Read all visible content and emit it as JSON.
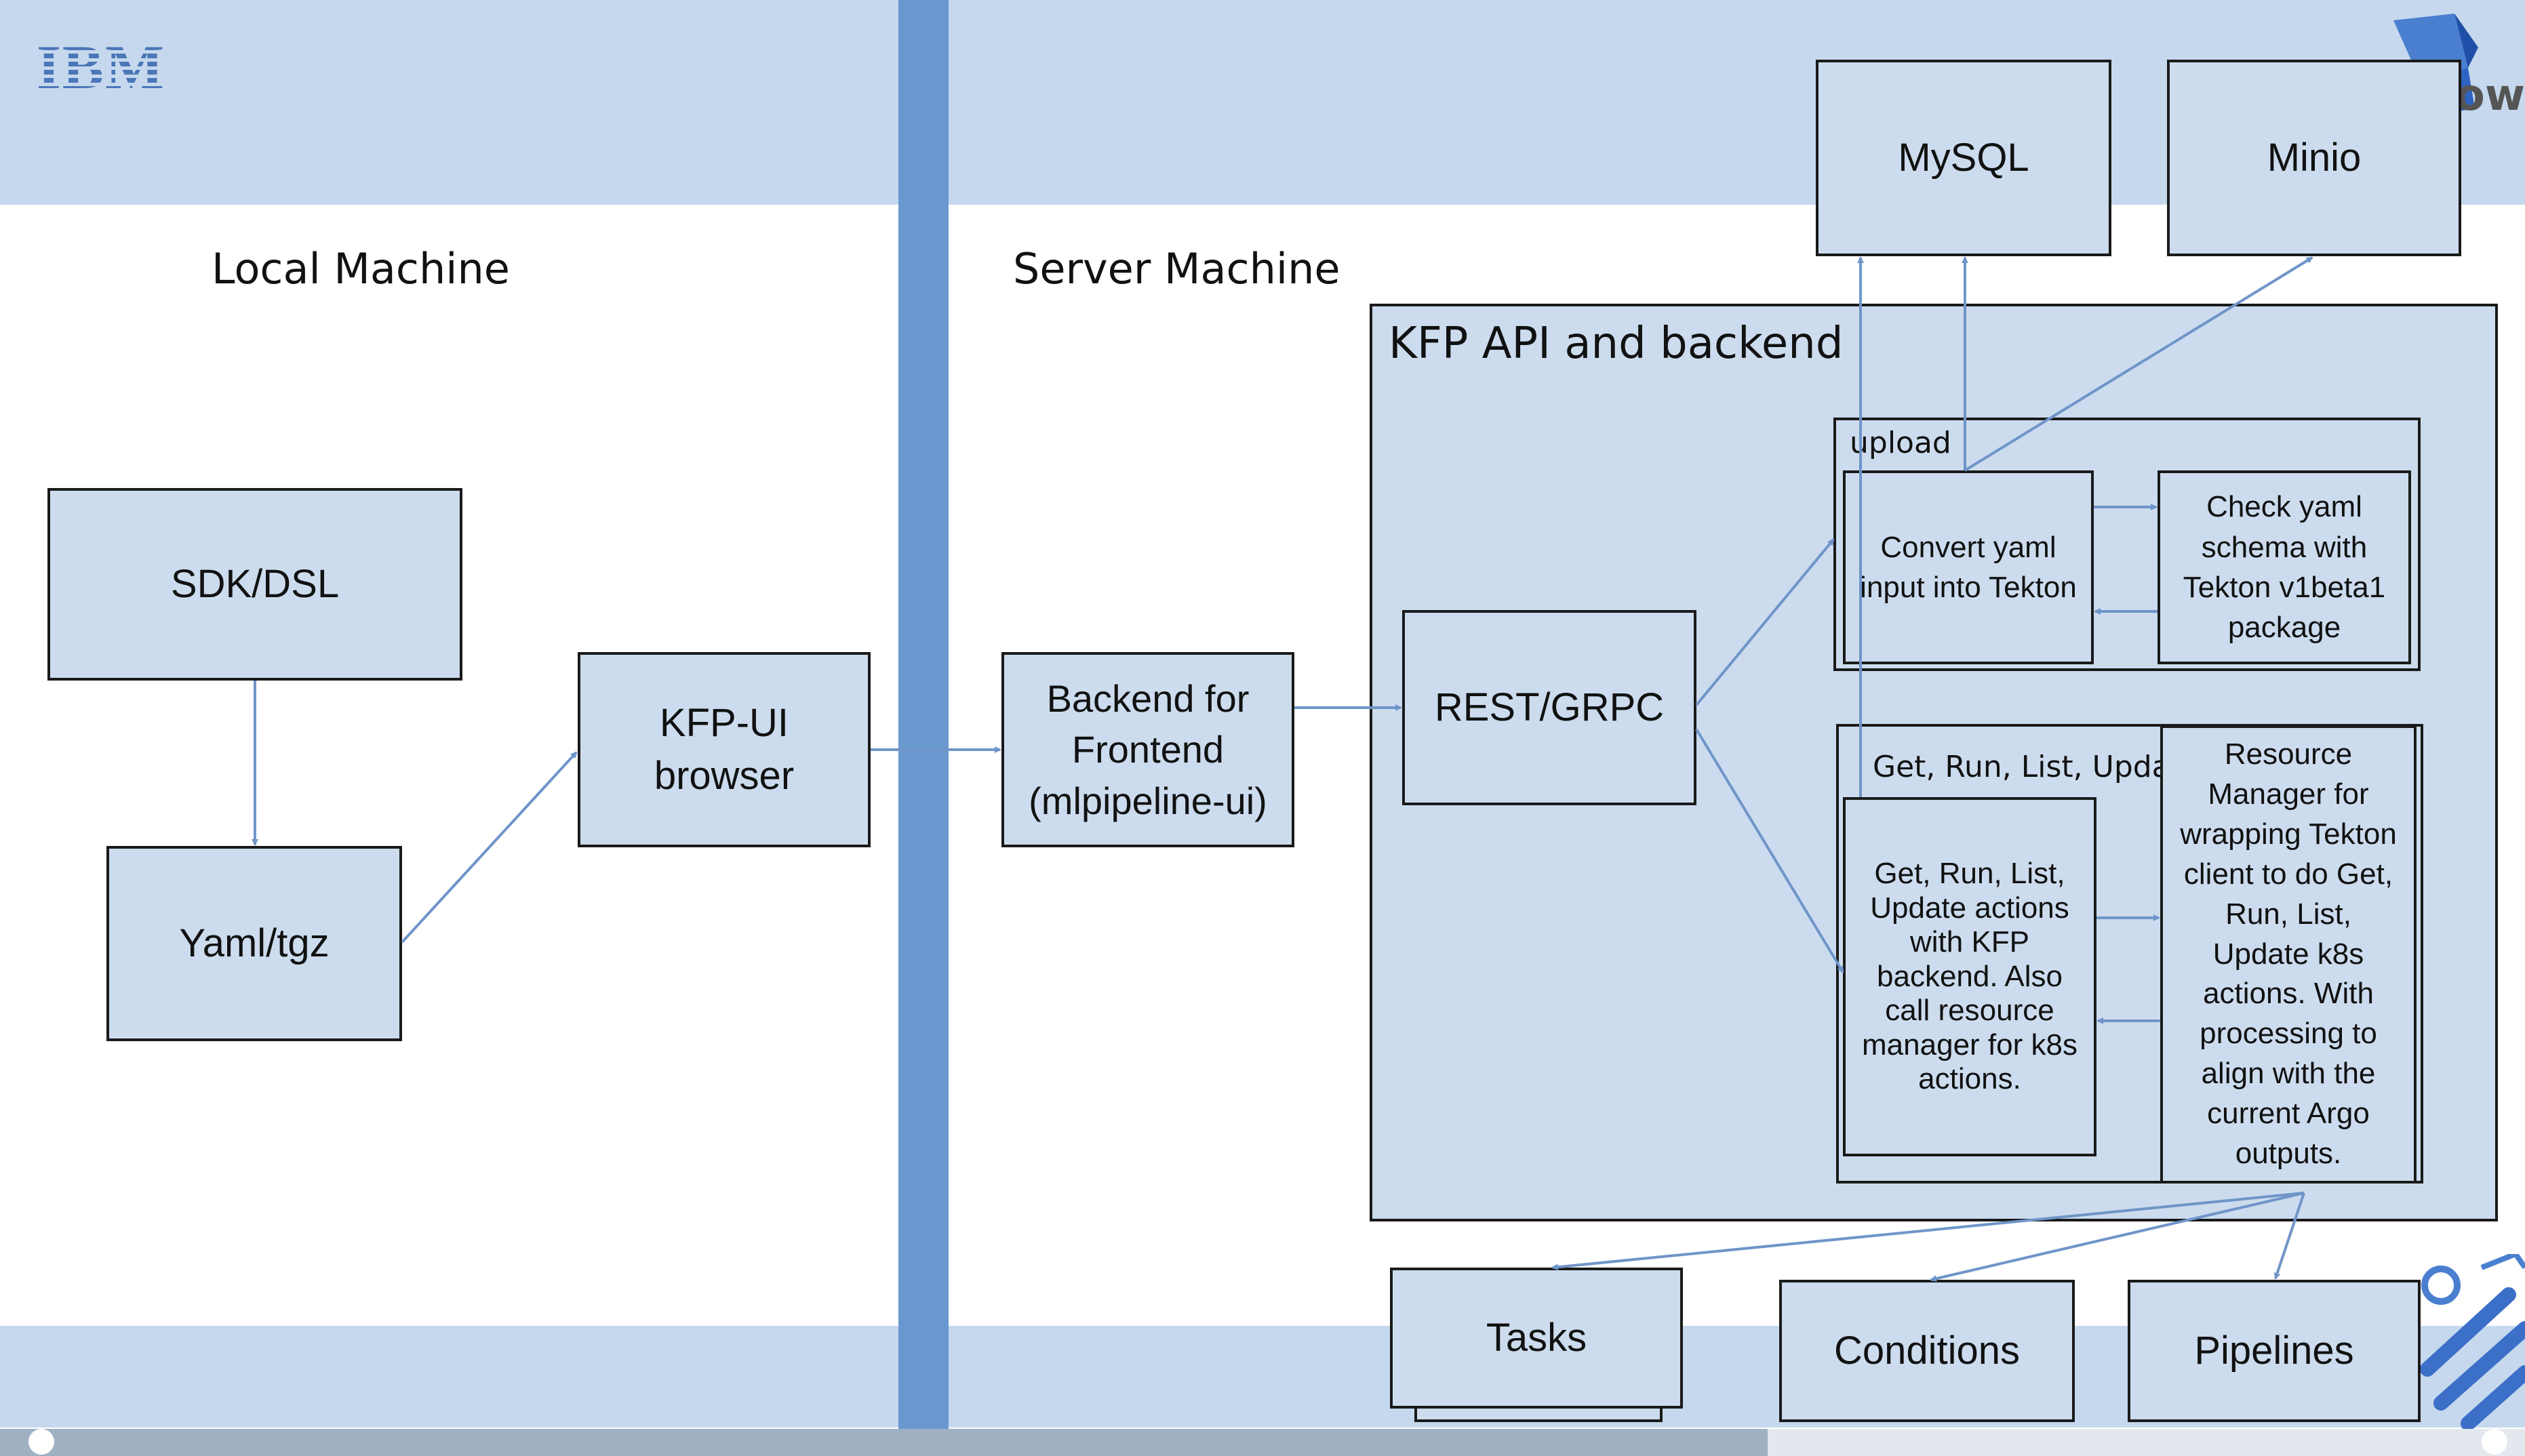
{
  "logo": {
    "text": "IBM"
  },
  "sections": {
    "local": "Local Machine",
    "server": "Server Machine"
  },
  "nodes": {
    "sdk": "SDK/DSL",
    "yaml": "Yaml/tgz",
    "kfp_ui": [
      "KFP-UI",
      "browser"
    ],
    "backend_frontend": [
      "Backend for",
      "Frontend",
      "(mlpipeline-ui)"
    ],
    "rest": "REST/GRPC",
    "mysql": "MySQL",
    "minio": "Minio",
    "convert": [
      "Convert yaml",
      "input into Tekton"
    ],
    "check": [
      "Check yaml",
      "schema with",
      "Tekton v1beta1",
      "package"
    ],
    "actions": [
      "Get, Run, List,",
      "Update actions",
      "with KFP",
      "backend. Also",
      "call resource",
      "manager for k8s",
      "actions."
    ],
    "resource_manager": [
      "Resource",
      "Manager for",
      "wrapping Tekton",
      "client to do Get,",
      "Run, List,",
      "Update k8s",
      "actions. With",
      "processing to",
      "align with the",
      "current Argo",
      "outputs."
    ],
    "tasks": "Tasks",
    "conditions": "Conditions",
    "pipelines": "Pipelines"
  },
  "containers": {
    "kfp_api": "KFP API and backend",
    "upload": "upload",
    "get_run": "Get, Run, List, Update"
  },
  "background_text": {
    "kubeflow_partial": "ow"
  },
  "progress": {
    "fraction": 0.7
  },
  "colors": {
    "band": "#c6d8ed",
    "divider": "#6998cf",
    "box_fill": "#ccdcee",
    "connector": "#6f95c9"
  }
}
